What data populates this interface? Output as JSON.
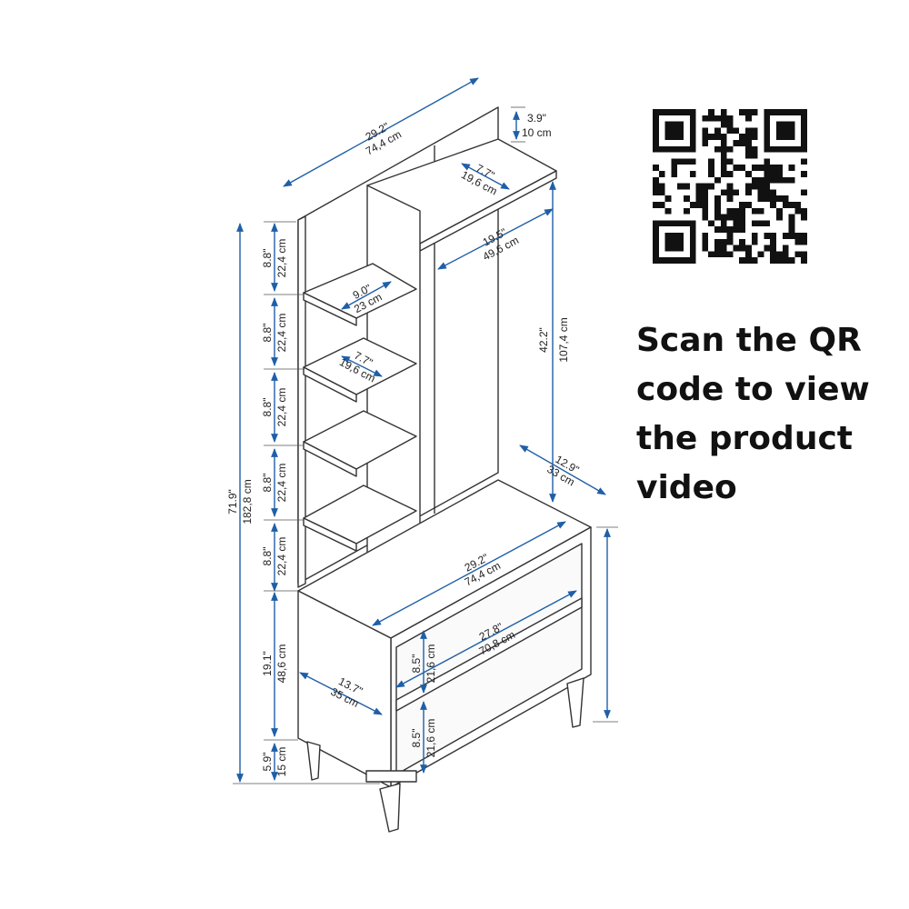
{
  "caption": "Scan the QR code to view the product video",
  "colors": {
    "line": "#333333",
    "dimension": "#1f5fa8",
    "text": "#111111"
  },
  "icons": {
    "qr": "qr-code-icon"
  },
  "dimensions": {
    "top_width": {
      "in": "29.2\"",
      "cm": "74,4 cm"
    },
    "back_extension": {
      "in": "3.9\"",
      "cm": "10 cm"
    },
    "top_shelf_depth": {
      "in": "7.7\"",
      "cm": "19,6 cm"
    },
    "hanger_width": {
      "in": "19.5\"",
      "cm": "49,6 cm"
    },
    "hanger_height": {
      "in": "42.2\"",
      "cm": "107,4 cm"
    },
    "shelf_1_width": {
      "in": "9.0\"",
      "cm": "23 cm"
    },
    "shelf_2_depth": {
      "in": "7.7\"",
      "cm": "19,6 cm"
    },
    "shelf_gap_1": {
      "in": "8.8\"",
      "cm": "22,4 cm"
    },
    "shelf_gap_2": {
      "in": "8.8\"",
      "cm": "22,4 cm"
    },
    "shelf_gap_3": {
      "in": "8.8\"",
      "cm": "22,4 cm"
    },
    "shelf_gap_4": {
      "in": "8.8\"",
      "cm": "22,4 cm"
    },
    "shelf_gap_5": {
      "in": "8.8\"",
      "cm": "22,4 cm"
    },
    "total_height": {
      "in": "71.9\"",
      "cm": "182,8 cm"
    },
    "cabinet_height": {
      "in": "19.1\"",
      "cm": "48,6 cm"
    },
    "leg_height": {
      "in": "5.9\"",
      "cm": "15 cm"
    },
    "cabinet_depth": {
      "in": "12.9\"",
      "cm": "33 cm"
    },
    "cabinet_width": {
      "in": "29.2\"",
      "cm": "74,4 cm"
    },
    "inner_shelf_width": {
      "in": "27.8\"",
      "cm": "70,8 cm"
    },
    "inner_shelf_depth": {
      "in": "13.7\"",
      "cm": "35 cm"
    },
    "compartment_upper": {
      "in": "8.5\"",
      "cm": "21,6 cm"
    },
    "compartment_lower": {
      "in": "8.5\"",
      "cm": "21,6 cm"
    }
  }
}
